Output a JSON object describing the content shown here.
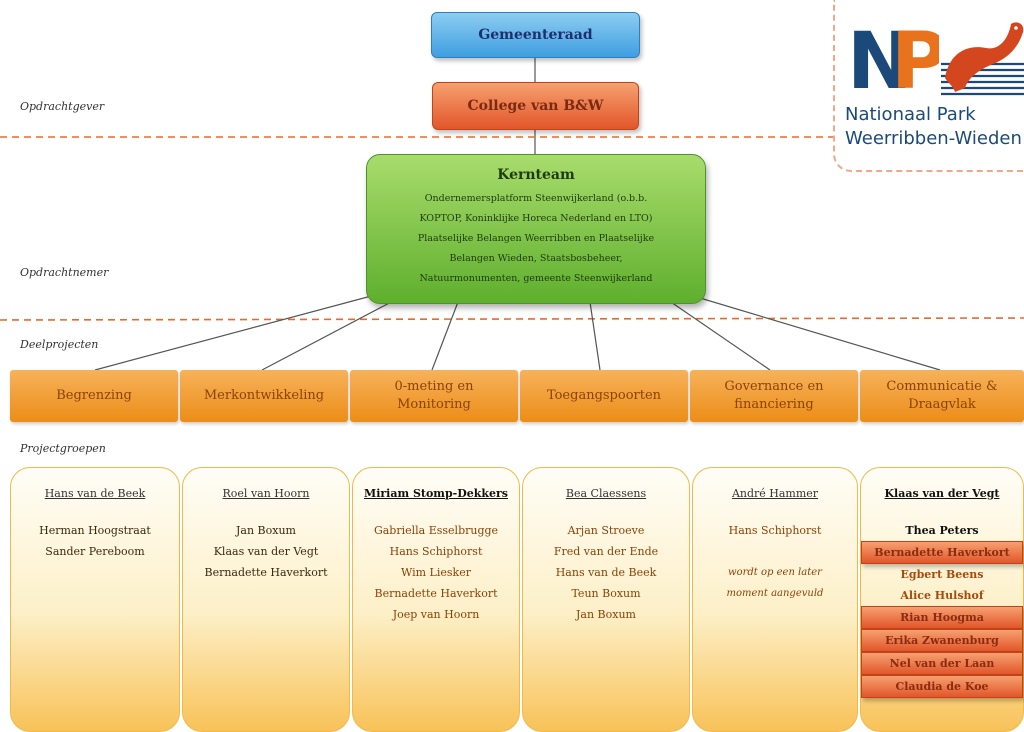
{
  "levels": {
    "opdrachtgever": "Opdrachtgever",
    "opdrachtnemer": "Opdrachtnemer",
    "deelprojecten": "Deelprojecten",
    "projectgroepen": "Projectgroepen"
  },
  "gemeenteraad": "Gemeenteraad",
  "college": "College van B&W",
  "kernteam": {
    "title": "Kernteam",
    "lines": [
      "Ondernemersplatform Steenwijkerland (o.b.b.",
      "KOPTOP, Koninklijke Horeca Nederland en LTO)",
      "Plaatselijke Belangen Weerribben en Plaatselijke",
      "Belangen Wieden, Staatsbosbeheer,",
      "Natuurmonumenten, gemeente Steenwijkerland"
    ]
  },
  "deelprojecten": [
    {
      "l1": "Begrenzing",
      "l2": ""
    },
    {
      "l1": "Merkontwikkeling",
      "l2": ""
    },
    {
      "l1": "0-meting en",
      "l2": "Monitoring"
    },
    {
      "l1": "Toegangspoorten",
      "l2": ""
    },
    {
      "l1": "Governance en",
      "l2": "financiering"
    },
    {
      "l1": "Communicatie &",
      "l2": "Draagvlak"
    }
  ],
  "projectgroepen": [
    {
      "lead": "Hans van de Beek",
      "members": [
        "Herman Hoogstraat",
        "Sander Pereboom"
      ]
    },
    {
      "lead": "Roel van Hoorn",
      "members": [
        "Jan Boxum",
        "Klaas van der Vegt",
        "Bernadette Haverkort"
      ]
    },
    {
      "lead": "Miriam Stomp-Dekkers",
      "members": [
        "Gabriella Esselbrugge",
        "Hans Schiphorst",
        "Wim Liesker",
        "Bernadette Haverkort",
        "Joep van Hoorn"
      ]
    },
    {
      "lead": "Bea Claessens",
      "members": [
        "Arjan Stroeve",
        "Fred van der Ende",
        "Hans van de Beek",
        "Teun Boxum",
        "Jan Boxum"
      ]
    },
    {
      "lead": "André Hammer",
      "members": [
        "Hans Schiphorst",
        "",
        "wordt op een later",
        "moment aangevuld"
      ]
    },
    {
      "lead": "Klaas van der Vegt",
      "members": [
        "Thea Peters",
        "Bernadette Haverkort",
        "Egbert Beens",
        "Alice Hulshof",
        "Rian Hoogma",
        "Erika Zwanenburg",
        "Nel van der Laan",
        "Claudia de Koe"
      ]
    }
  ],
  "logo": {
    "mark": "NP",
    "line1": "Nationaal Park",
    "line2": "Weerribben-Wieden",
    "colors": {
      "n": "#1b4a7a",
      "p": "#e8731c",
      "otter": "#d4461e",
      "stripes": "#1b4a7a"
    }
  }
}
